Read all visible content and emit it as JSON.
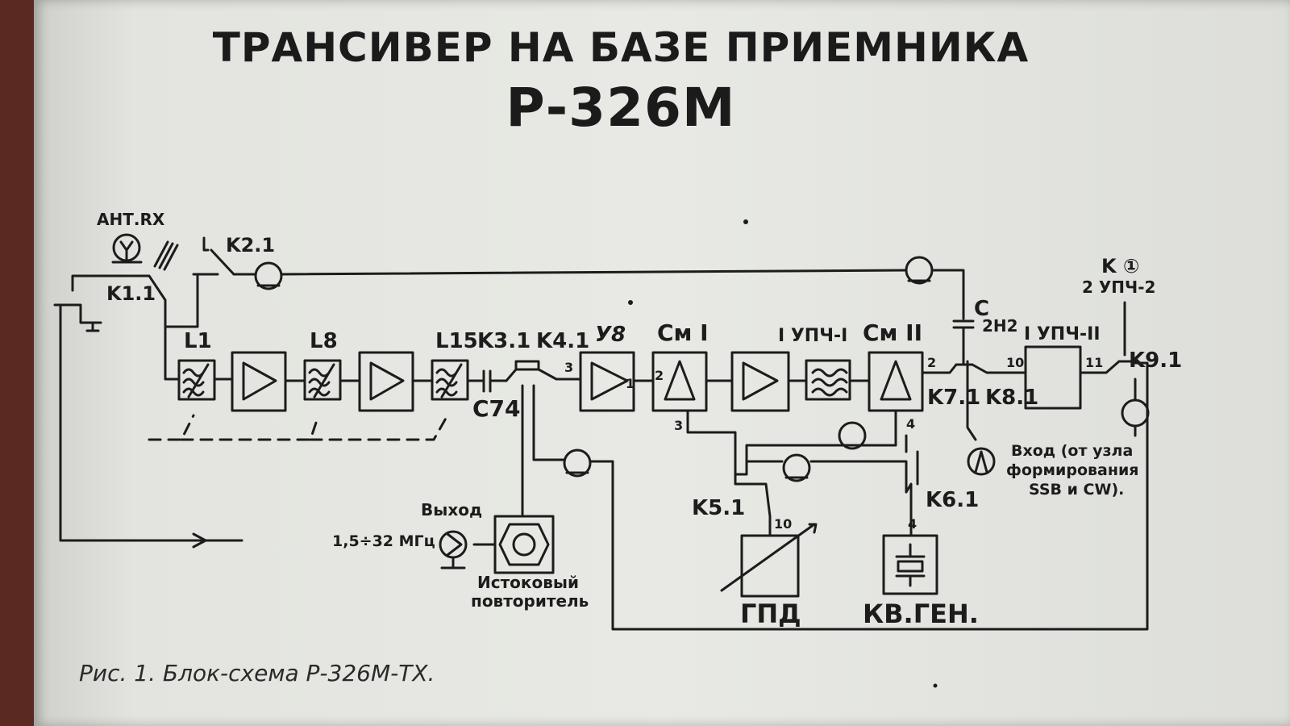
{
  "title_line1": "ТРАНСИВЕР НА БАЗЕ ПРИЕМНИКА",
  "title_line2": "Р-326М",
  "caption": "Рис. 1. Блок-схема Р-326М-ТХ.",
  "labels": {
    "ant_rx": "АНТ.RX",
    "k1_1": "K1.1",
    "k2_1": "K2.1",
    "l1": "L1",
    "l8": "L8",
    "l15": "L15",
    "k3_1": "K3.1",
    "k4_1": "K4.1",
    "c74": "C74",
    "u8": "У8",
    "cm1": "См I",
    "upch1": "I УПЧ-I",
    "cm2": "См II",
    "upch2": "I УПЧ-II",
    "k7_1": "K7.1",
    "k8_1": "K8.1",
    "k9_1": "K9.1",
    "k5_1": "K5.1",
    "k6_1": "K6.1",
    "c_cap": "C",
    "c_val": "2Н2",
    "k_ref": "K ①",
    "k_ref2": "2 УПЧ-2",
    "gpd": "ГПД",
    "kv_gen": "КВ.ГЕН.",
    "vyhod": "Выход",
    "freq": "1,5÷32 МГц",
    "source_follower_1": "Истоковый",
    "source_follower_2": "повторитель",
    "input_1": "Вход (от узла",
    "input_2": "формирования",
    "input_3": "SSB и CW).",
    "pin_3a": "3",
    "pin_2a": "2",
    "pin_1": "1",
    "pin_3b": "3",
    "pin_4a": "4",
    "pin_2b": "2",
    "pin_10a": "10",
    "pin_11": "11",
    "pin_10b": "10",
    "pin_4b": "4"
  }
}
